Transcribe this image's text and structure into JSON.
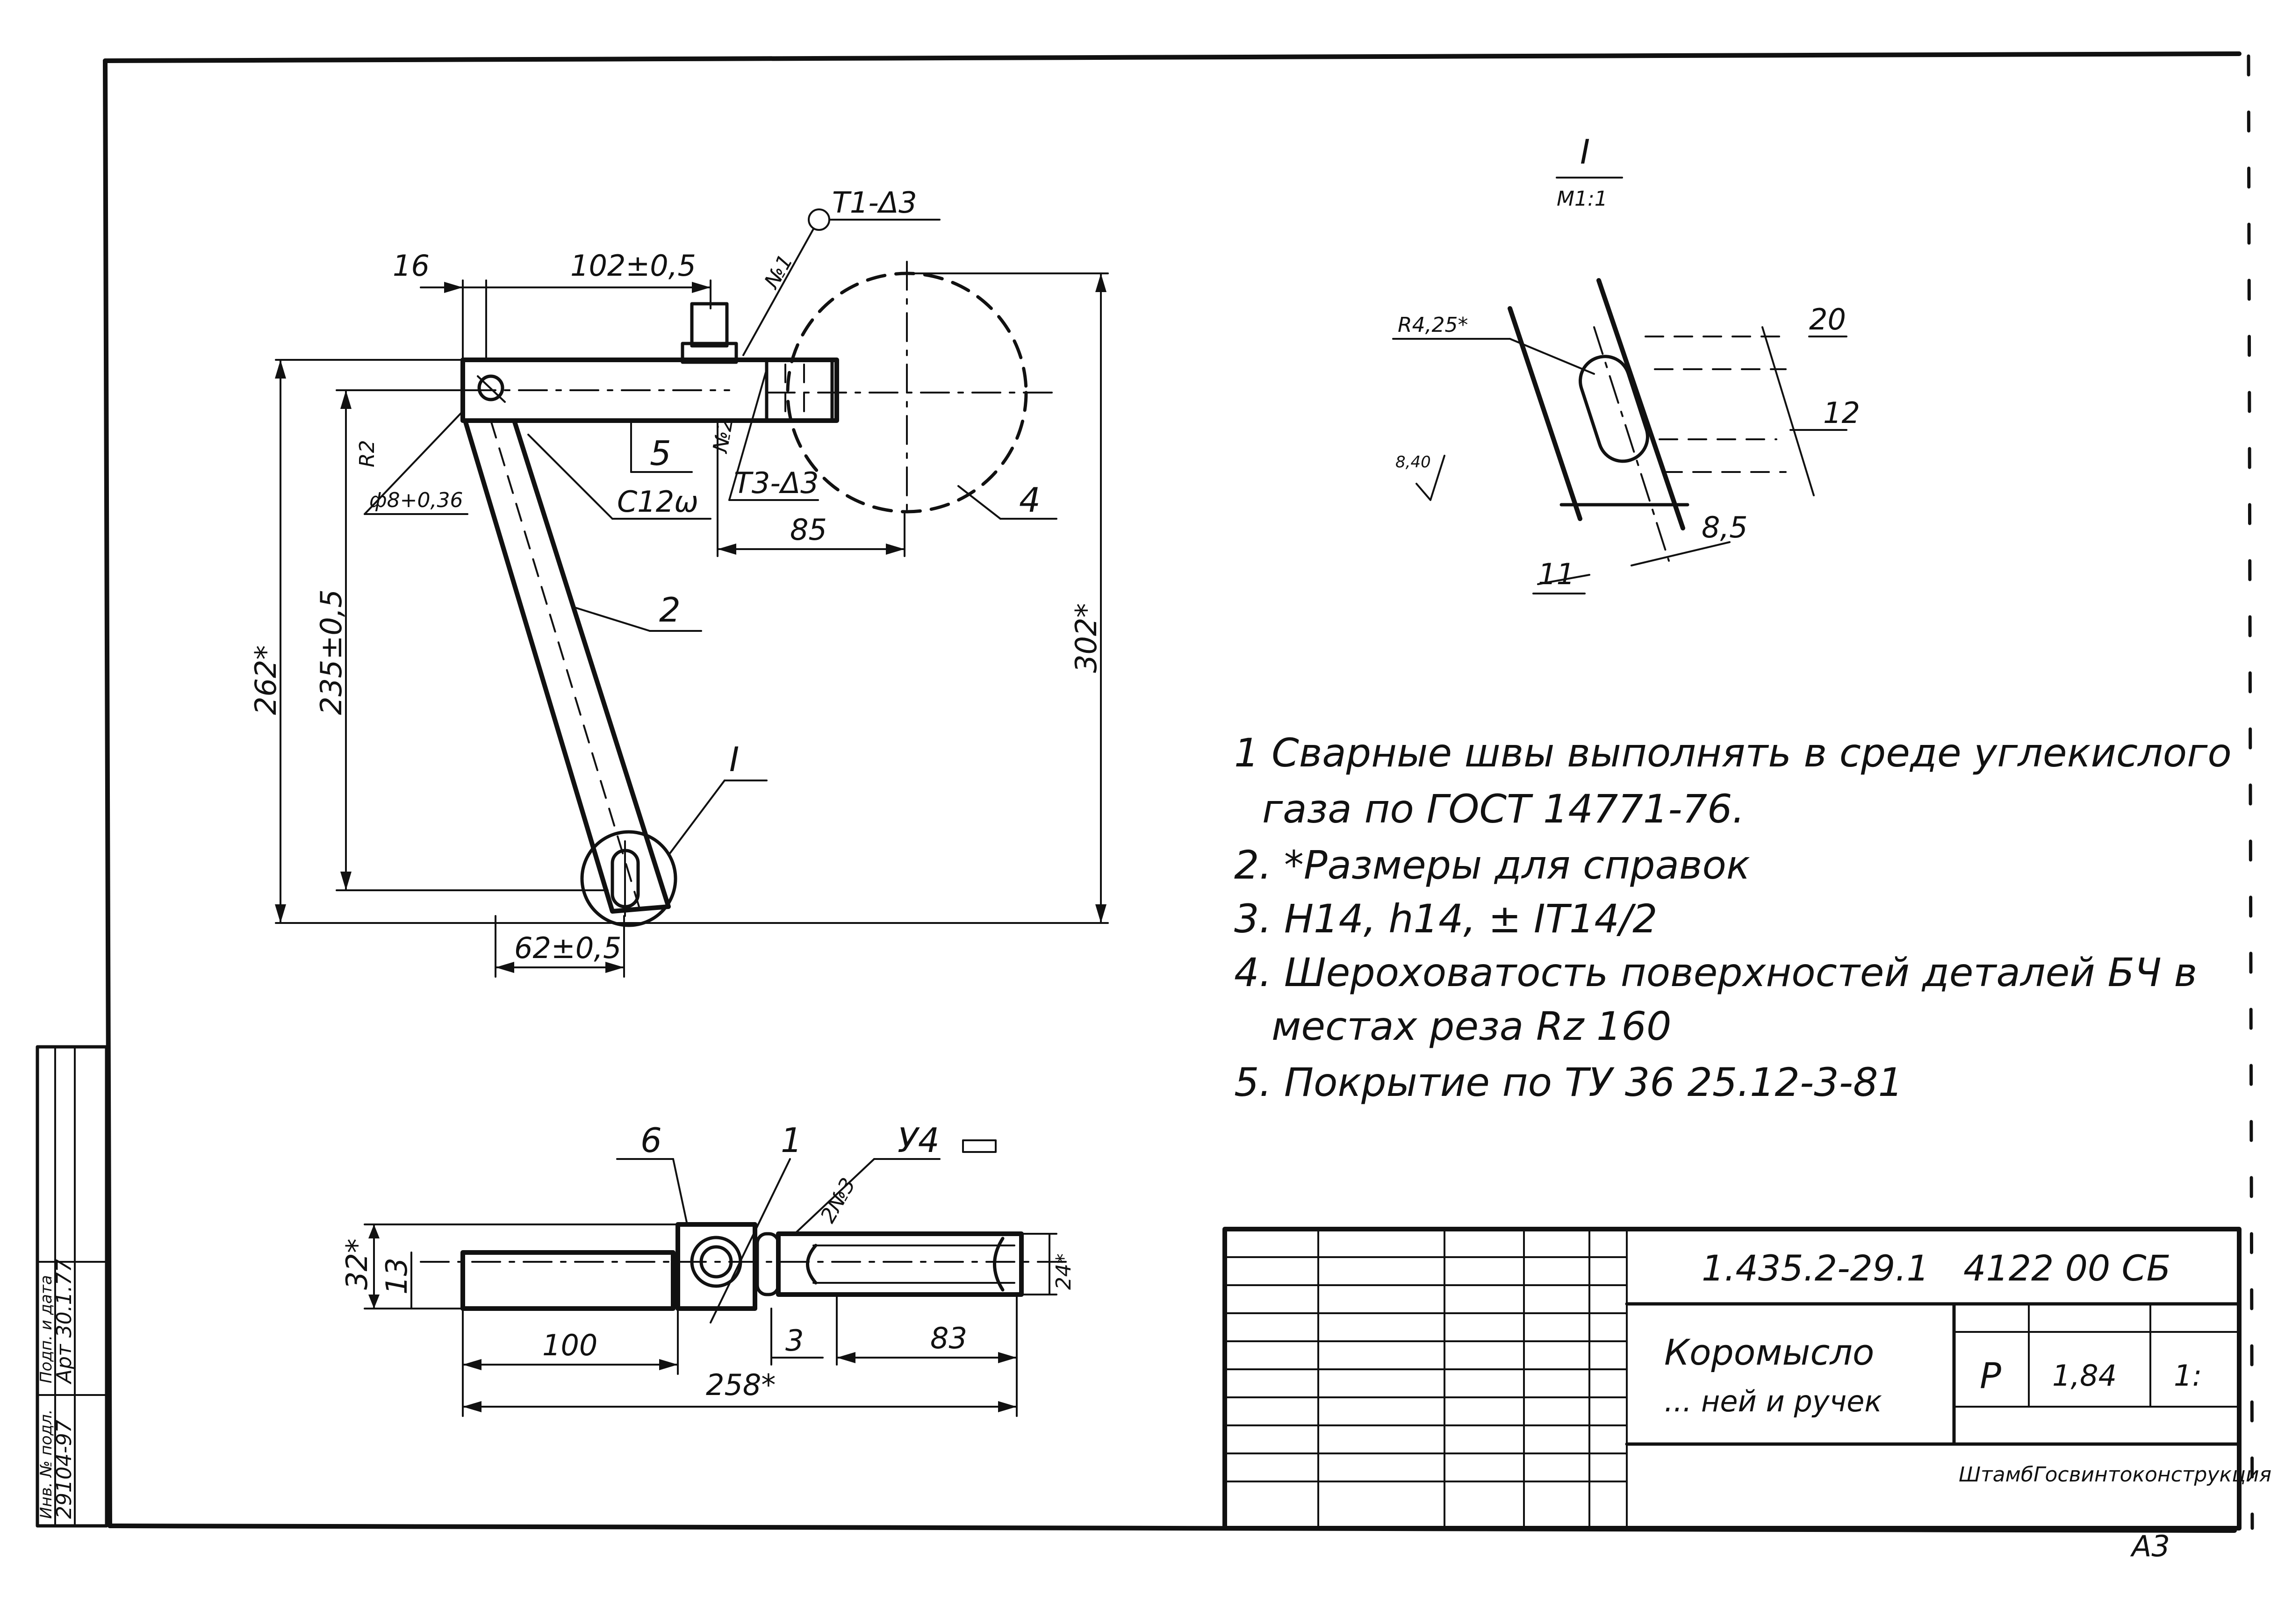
{
  "drawing": {
    "top_view": {
      "dimensions": {
        "d16": "16",
        "d102": "102±0,5",
        "d262": "262*",
        "d235": "235±0,5",
        "d302": "302*",
        "d85": "85",
        "d62": "62±0,5",
        "r2": "R2",
        "phi8": "ф8+0,36",
        "c12": "C12ω"
      },
      "weld_marks": {
        "no1": "№1",
        "t1": "T1-Δ3",
        "no2": "№2",
        "t3": "T3-Δ3"
      },
      "callouts": {
        "p5": "5",
        "p2": "2",
        "p4": "4",
        "detail": "I"
      }
    },
    "detail_view": {
      "title": "I",
      "scale": "M1:1",
      "dimensions": {
        "r425": "R4,25*",
        "d20": "20",
        "d12": "12",
        "d85": "8,5",
        "d11": "11",
        "rough": "8,40"
      }
    },
    "side_view": {
      "dimensions": {
        "d32": "32*",
        "d13": "13",
        "d100": "100",
        "d258": "258*",
        "d3": "3",
        "d83": "83",
        "d24": "24*"
      },
      "callouts": {
        "p6": "6",
        "p1": "1",
        "weld": "2№3",
        "y4": "У4"
      }
    }
  },
  "notes": [
    "1 Сварные швы выполнять в среде углекислого",
    "газа   по  ГОСТ 14771-76.",
    "2. *Размеры для справок",
    "3.  H14, h14, ± IT14/2",
    "4. Шероховатость поверхностей деталей БЧ в",
    "местах реза    Rz 160",
    "5. Покрытие  по  ТУ 36 25.12-3-81"
  ],
  "title_block": {
    "doc_series": "1.435.2-29.1",
    "doc_code": "4122 00 СБ",
    "name_line1": "Коромысло",
    "name_line2": "... ней и ручек",
    "stage": "Р",
    "mass": "1,84",
    "scale": "1:",
    "org": "ШтамбГосвинтоконструкция",
    "format": "А3"
  },
  "side_strip": {
    "inv_label": "Инв. № подл.",
    "inv_value": "29104-97",
    "sign_date": "Подп. и дата",
    "sign_value": "Арт 30.1.77"
  }
}
